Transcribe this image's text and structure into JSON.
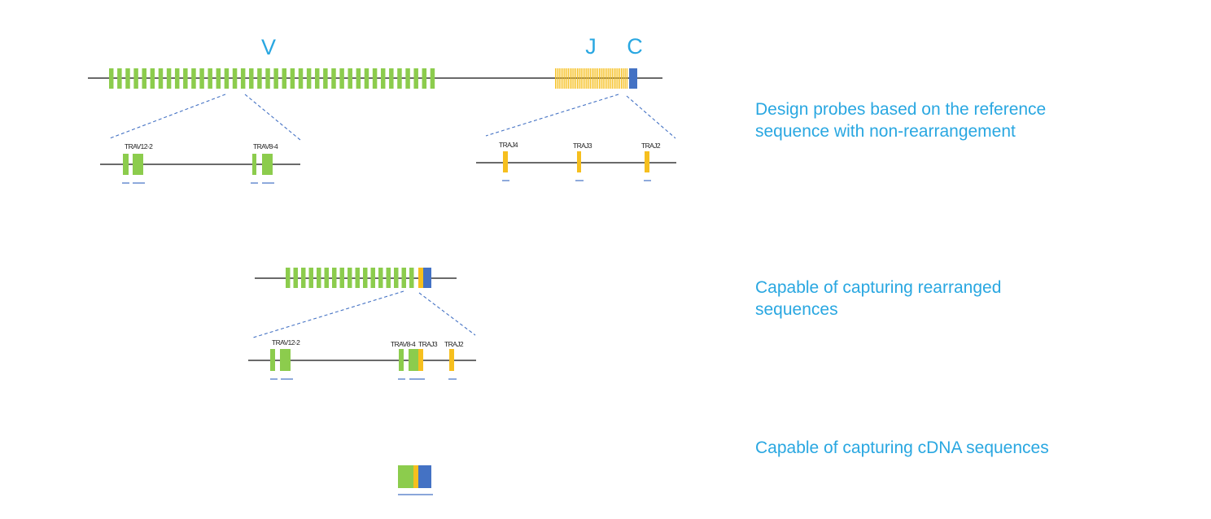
{
  "colors": {
    "v_segment": "#8ccc4d",
    "j_segment": "#f6bf1e",
    "c_segment": "#4472c4",
    "probe": "#4472c4",
    "zoom_line": "#4472c4",
    "region_label": "#29a7e1",
    "backbone": "#111111"
  },
  "locus": {
    "labels": {
      "v": "V",
      "j": "J",
      "c": "C"
    },
    "v_segment_count": 40,
    "j_segment_count": 40
  },
  "zoom_reference_v": {
    "genes": [
      {
        "label": "TRAV12-2"
      },
      {
        "label": "TRAV8-4"
      }
    ]
  },
  "zoom_reference_j": {
    "genes": [
      {
        "label": "TRAJ4"
      },
      {
        "label": "TRAJ3"
      },
      {
        "label": "TRAJ2"
      }
    ]
  },
  "rearranged": {
    "v_segment_count": 17,
    "genes": [
      {
        "label": "TRAV12-2"
      },
      {
        "label": "TRAV8-4"
      },
      {
        "label": "TRAJ3"
      },
      {
        "label": "TRAJ2"
      }
    ]
  },
  "captions": [
    {
      "text": "Design probes based on the reference\nsequence with non-rearrangement"
    },
    {
      "text": "Capable of capturing rearranged\nsequences"
    },
    {
      "text": "Capable of capturing cDNA sequences"
    }
  ]
}
